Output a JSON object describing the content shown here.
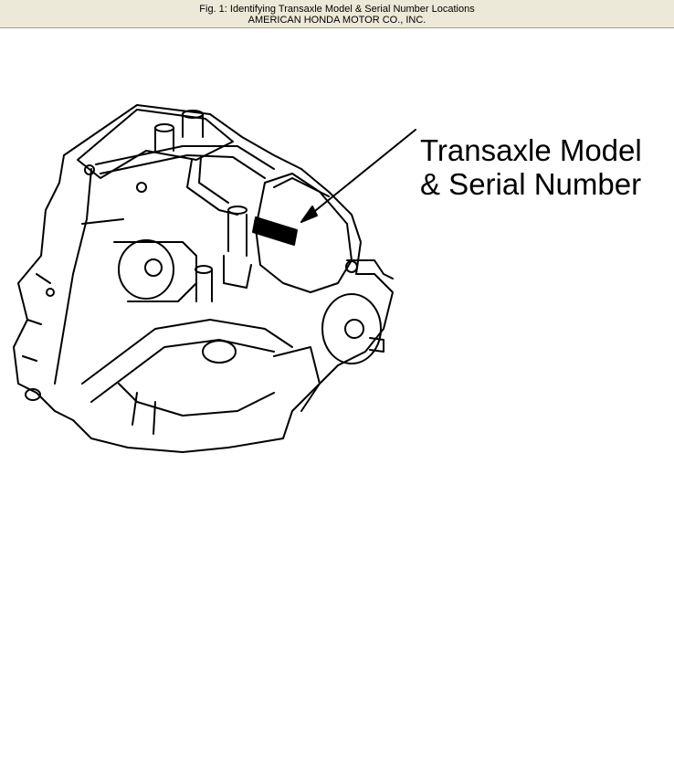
{
  "caption": {
    "title": "Fig. 1: Identifying Transaxle Model & Serial Number Locations",
    "source": "AMERICAN HONDA MOTOR CO., INC."
  },
  "figure": {
    "callout_line1": "Transaxle Model",
    "callout_line2": "& Serial Number",
    "line_color": "#000000",
    "background": "#ffffff"
  }
}
